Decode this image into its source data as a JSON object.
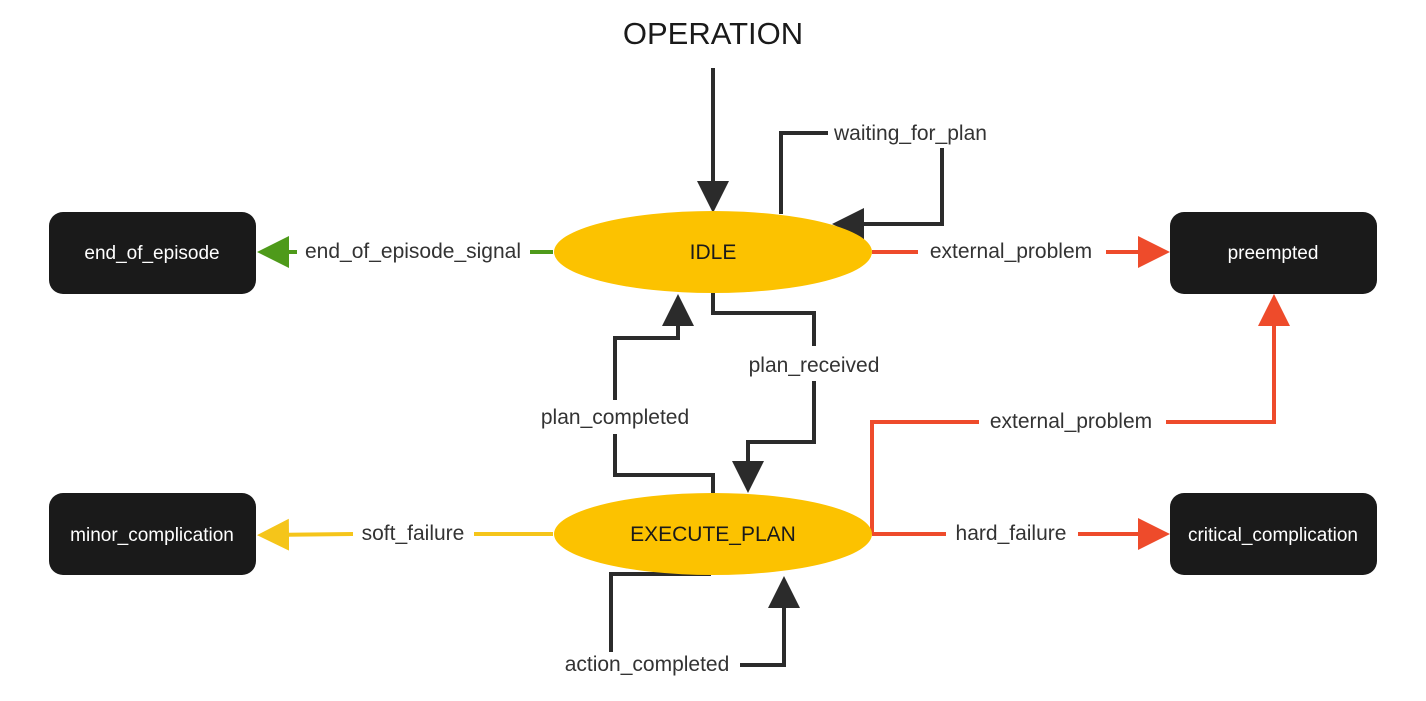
{
  "title": "OPERATION",
  "colors": {
    "state_fill": "#FCC200",
    "terminal_fill": "#1A1A1A",
    "edge_default": "#2B2B2B",
    "edge_success": "#4E9A1A",
    "edge_soft": "#F5C51A",
    "edge_error": "#EE4B2B"
  },
  "states": {
    "idle": "IDLE",
    "execute_plan": "EXECUTE_PLAN"
  },
  "terminals": {
    "end_of_episode": "end_of_episode",
    "preempted": "preempted",
    "minor_complication": "minor_complication",
    "critical_complication": "critical_complication"
  },
  "transitions": {
    "waiting_for_plan": "waiting_for_plan",
    "end_of_episode_signal": "end_of_episode_signal",
    "external_problem_idle": "external_problem",
    "plan_received": "plan_received",
    "plan_completed": "plan_completed",
    "external_problem_exec": "external_problem",
    "soft_failure": "soft_failure",
    "hard_failure": "hard_failure",
    "action_completed": "action_completed"
  }
}
